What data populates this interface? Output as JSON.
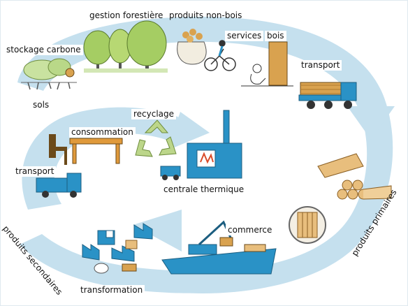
{
  "labels": {
    "gestion_forestiere": "gestion forestière",
    "produits_non_bois": "produits non-bois",
    "stockage_carbone": "stockage carbone",
    "services": "services",
    "bois": "bois",
    "transport_top": "transport",
    "sols": "sols",
    "recyclage": "recyclage",
    "consommation": "consommation",
    "transport_left": "transport",
    "centrale_thermique": "centrale thermique",
    "commerce": "commerce",
    "produits_primaires": "produits primaires",
    "produits_secondaires": "produits secondaires",
    "transformation": "transformation"
  },
  "colors": {
    "loop": "#c5e0ee",
    "accent_blue": "#2a92c6",
    "tree_green": "#a5cd63",
    "wood": "#d9a24f"
  }
}
